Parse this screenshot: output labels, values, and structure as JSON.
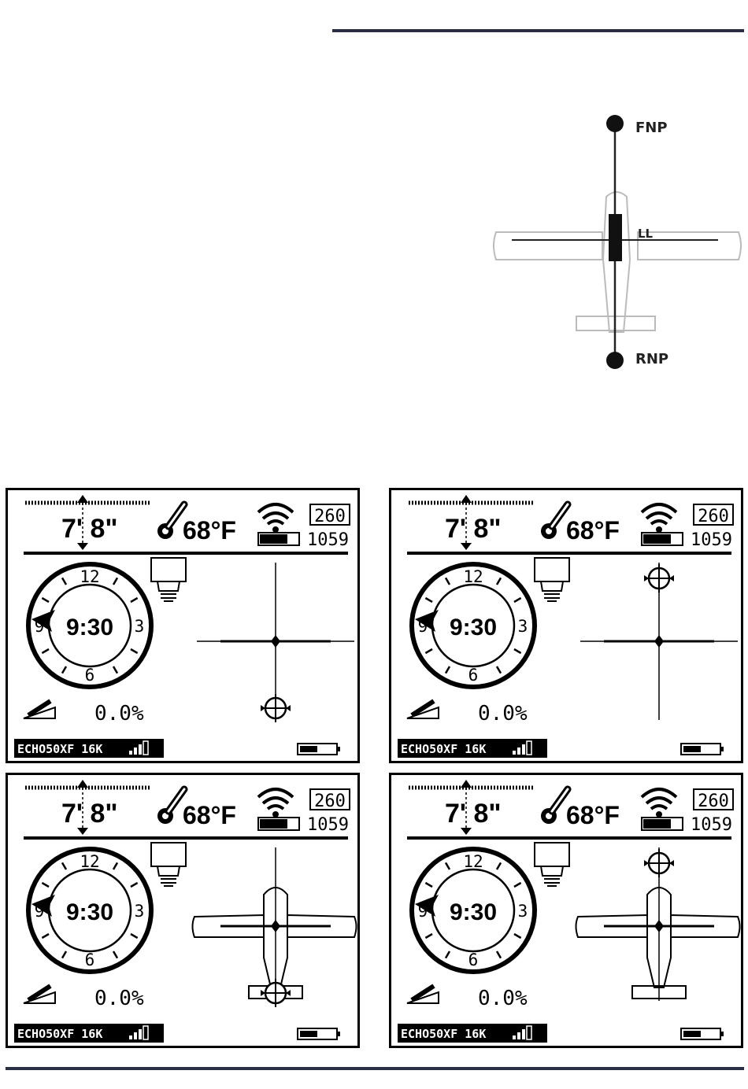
{
  "diagram": {
    "labels": {
      "front": "FNP",
      "middle": "LL",
      "rear": "RNP"
    }
  },
  "screens": [
    {
      "depth": "7' 8\"",
      "temp": "68°F",
      "signal_box": "260",
      "pressure": "1059",
      "clock_time": "9:30",
      "clock_numbers": [
        "12",
        "3",
        "6",
        "9"
      ],
      "pitch": "0.0%",
      "status": "ECHO50XF 16K",
      "locate_marker": "bottom",
      "show_plane": false
    },
    {
      "depth": "7' 8\"",
      "temp": "68°F",
      "signal_box": "260",
      "pressure": "1059",
      "clock_time": "9:30",
      "clock_numbers": [
        "12",
        "3",
        "6",
        "9"
      ],
      "pitch": "0.0%",
      "status": "ECHO50XF 16K",
      "locate_marker": "top",
      "show_plane": false
    },
    {
      "depth": "7' 8\"",
      "temp": "68°F",
      "signal_box": "260",
      "pressure": "1059",
      "clock_time": "9:30",
      "clock_numbers": [
        "12",
        "3",
        "6",
        "9"
      ],
      "pitch": "0.0%",
      "status": "ECHO50XF 16K",
      "locate_marker": "bottom",
      "show_plane": true
    },
    {
      "depth": "7' 8\"",
      "temp": "68°F",
      "signal_box": "260",
      "pressure": "1059",
      "clock_time": "9:30",
      "clock_numbers": [
        "12",
        "3",
        "6",
        "9"
      ],
      "pitch": "0.0%",
      "status": "ECHO50XF 16K",
      "locate_marker": "top",
      "show_plane": true
    }
  ]
}
